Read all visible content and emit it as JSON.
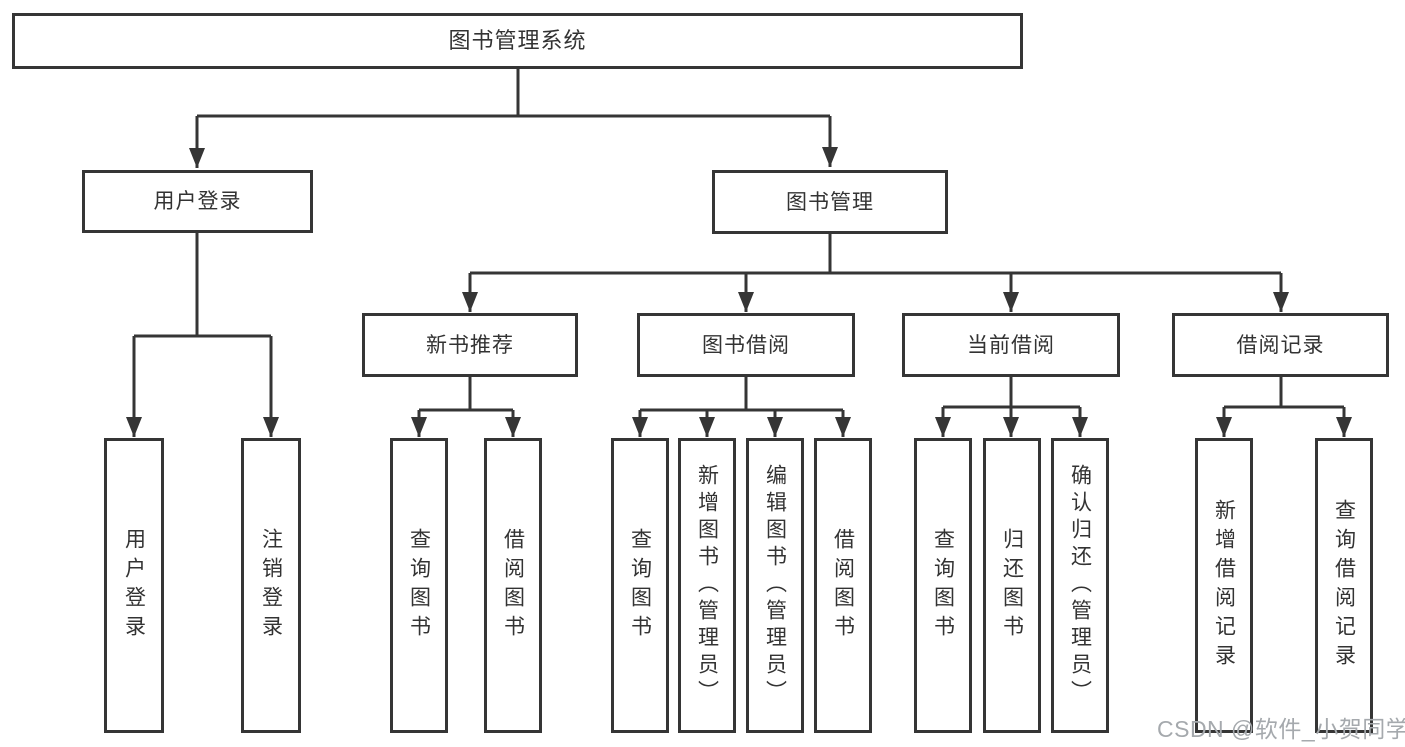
{
  "diagram_type": "hierarchy-tree",
  "tree": {
    "label": "图书管理系统",
    "children": [
      {
        "label": "用户登录",
        "children": [
          {
            "label": "用户登录"
          },
          {
            "label": "注销登录"
          }
        ]
      },
      {
        "label": "图书管理",
        "children": [
          {
            "label": "新书推荐",
            "children": [
              {
                "label": "查询图书"
              },
              {
                "label": "借阅图书"
              }
            ]
          },
          {
            "label": "图书借阅",
            "children": [
              {
                "label": "查询图书"
              },
              {
                "label": "新增图书（管理员）"
              },
              {
                "label": "编辑图书（管理员）"
              },
              {
                "label": "借阅图书"
              }
            ]
          },
          {
            "label": "当前借阅",
            "children": [
              {
                "label": "查询图书"
              },
              {
                "label": "归还图书"
              },
              {
                "label": "确认归还（管理员）"
              }
            ]
          },
          {
            "label": "借阅记录",
            "children": [
              {
                "label": "新增借阅记录"
              },
              {
                "label": "查询借阅记录"
              }
            ]
          }
        ]
      }
    ]
  },
  "watermark": {
    "text": "CSDN @软件_小贺同学"
  },
  "colors": {
    "line": "#353535",
    "box_border": "#353535",
    "box_background": "#ffffff",
    "text": "#333333",
    "watermark_text": "#a5a9ad",
    "page_background": "#ffffff"
  }
}
